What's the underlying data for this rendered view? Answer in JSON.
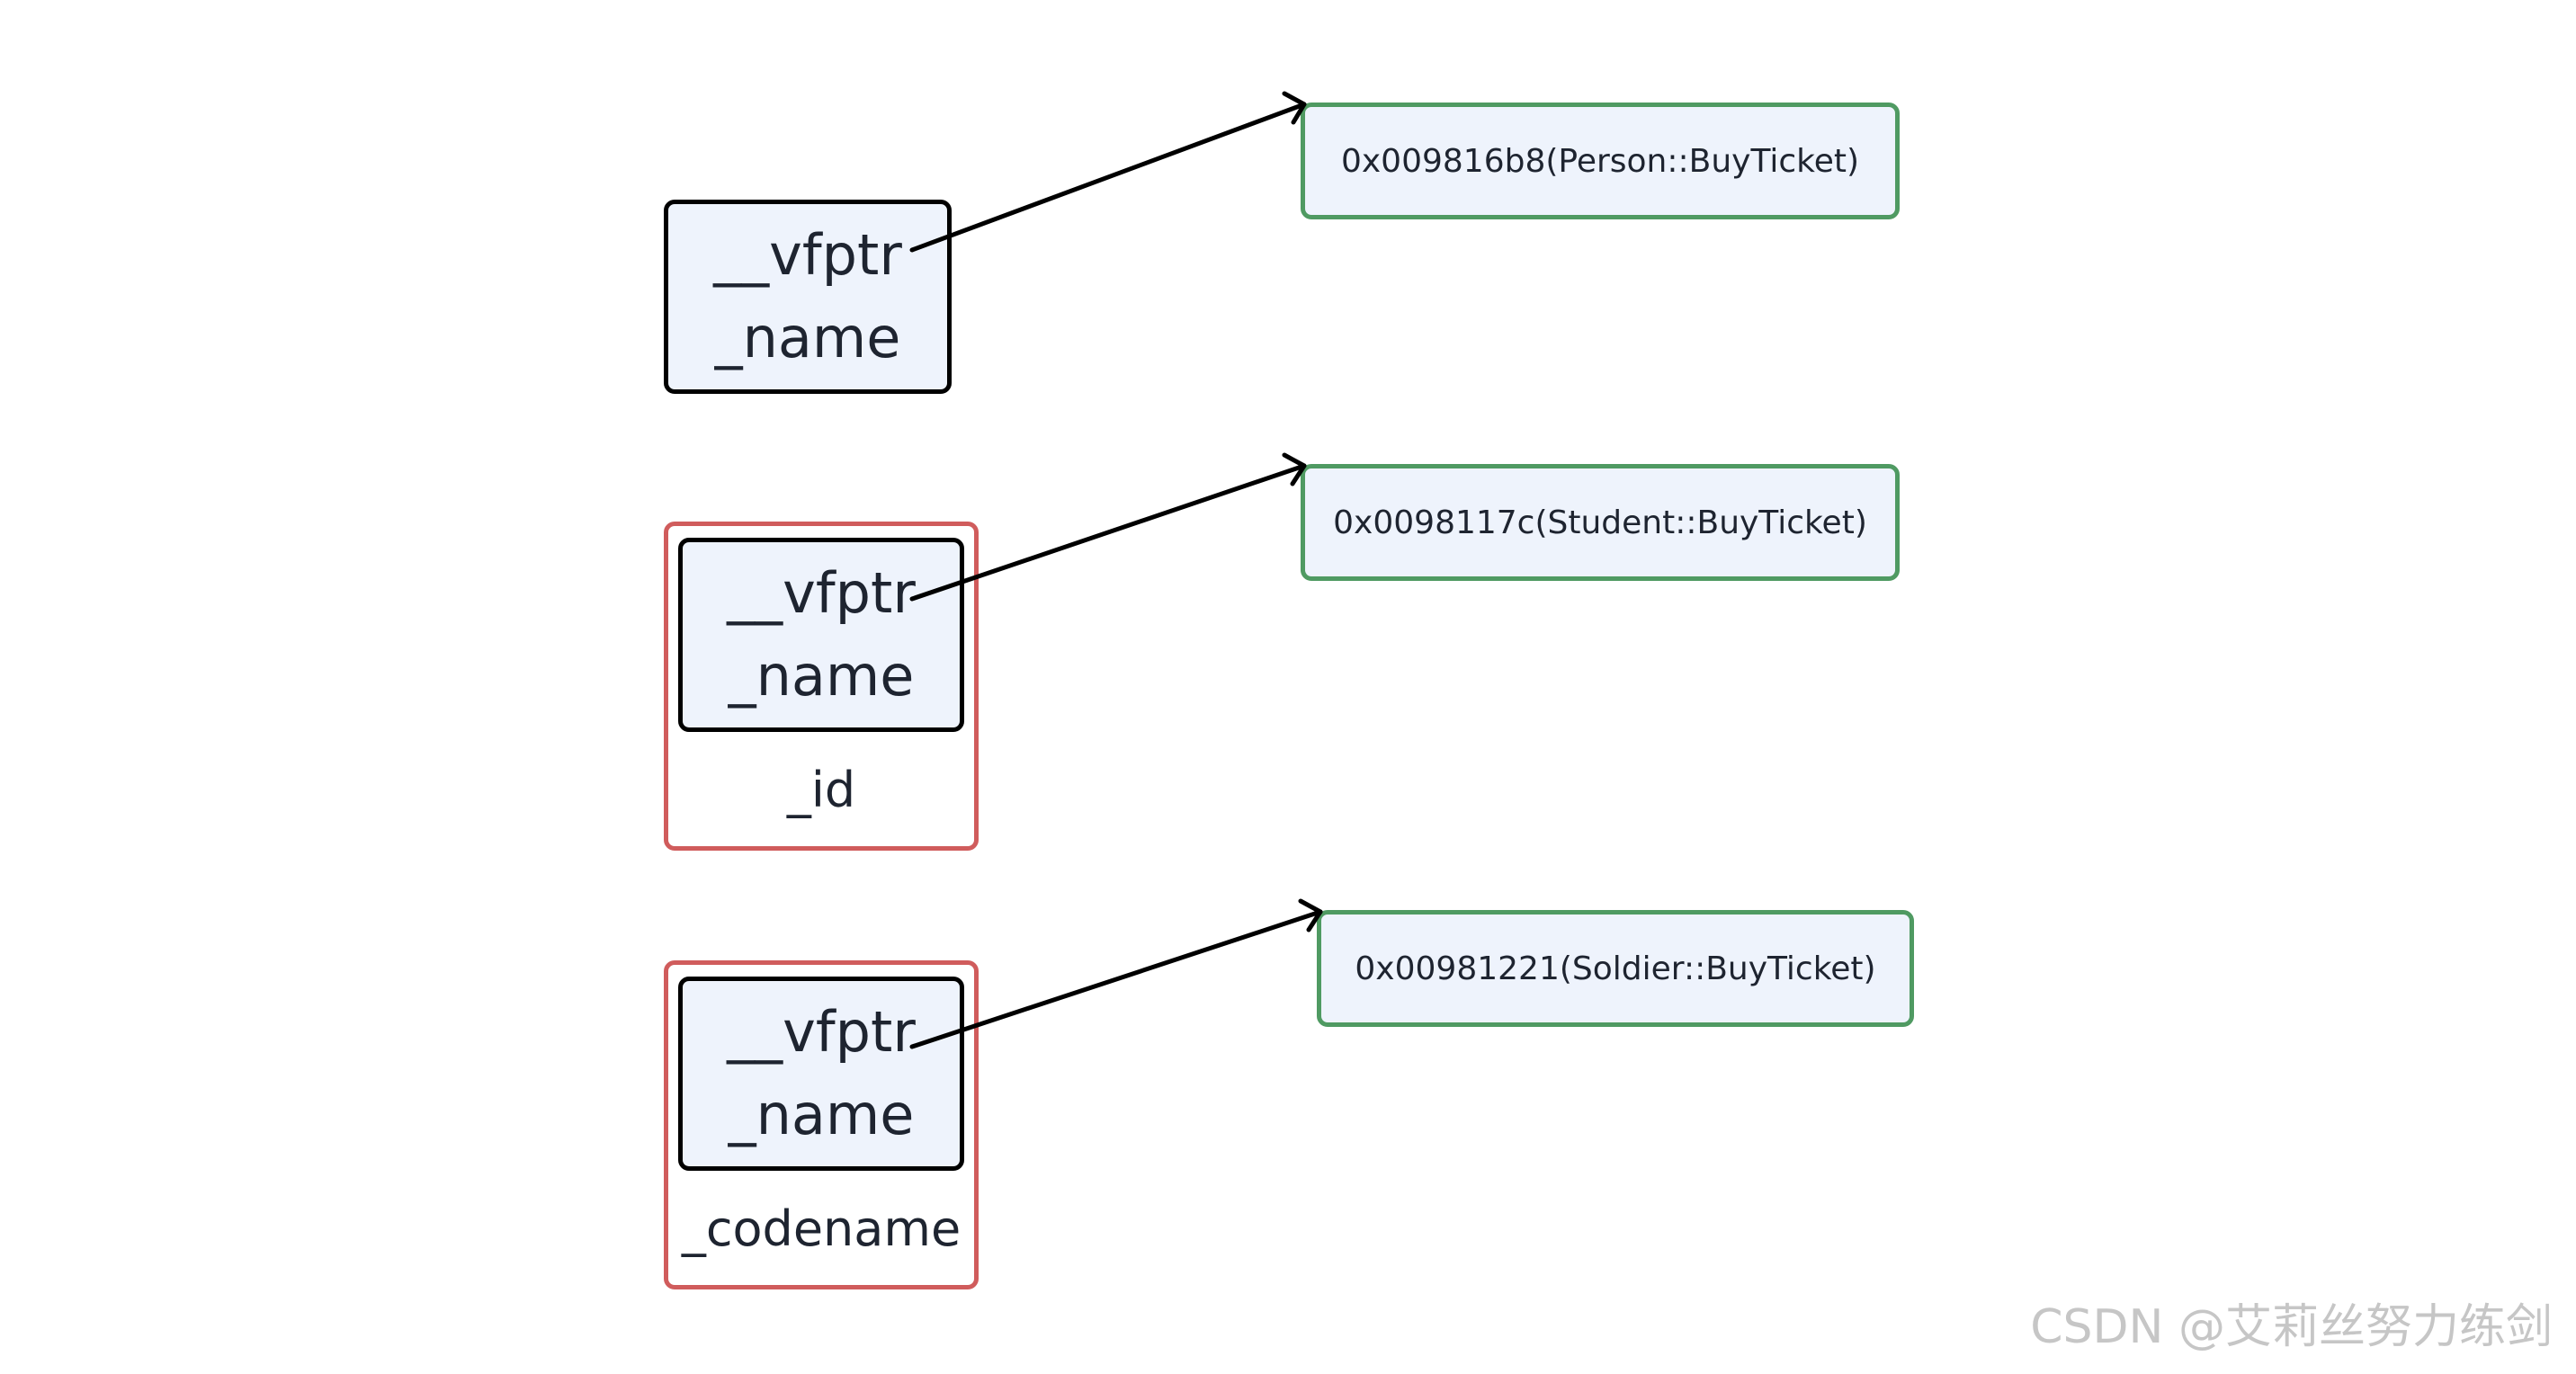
{
  "objects": [
    {
      "field_vfptr": "__vfptr",
      "field_name": "_name",
      "extra_field": null,
      "vtable_entry": "0x009816b8(Person::BuyTicket)"
    },
    {
      "field_vfptr": "__vfptr",
      "field_name": "_name",
      "extra_field": "_id",
      "vtable_entry": "0x0098117c(Student::BuyTicket)"
    },
    {
      "field_vfptr": "__vfptr",
      "field_name": "_name",
      "extra_field": "_codename",
      "vtable_entry": "0x00981221(Soldier::BuyTicket)"
    }
  ],
  "watermark": "CSDN @艾莉丝努力练剑",
  "colors": {
    "object_border": "#000000",
    "object_fill": "#eef3fc",
    "derived_border": "#d05c5c",
    "vtable_border": "#4f9a62",
    "arrow": "#000000",
    "watermark": "#c6c6c6"
  }
}
